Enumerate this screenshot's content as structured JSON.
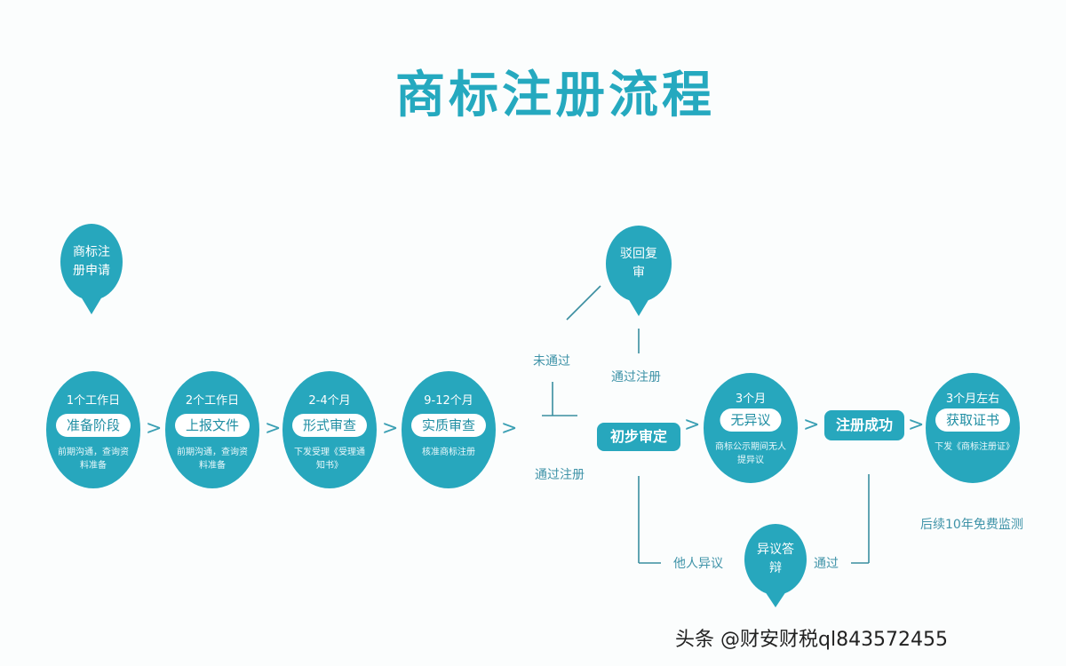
{
  "title": "商标注册流程",
  "application_bubble": "商标注册申请",
  "steps": [
    {
      "duration": "1个工作日",
      "name": "准备阶段",
      "desc": "前期沟通，查询资料准备"
    },
    {
      "duration": "2个工作日",
      "name": "上报文件",
      "desc": "前期沟通，查询资料准备"
    },
    {
      "duration": "2-4个月",
      "name": "形式审查",
      "desc": "下发受理《受理通知书》"
    },
    {
      "duration": "9-12个月",
      "name": "实质审查",
      "desc": "核准商标注册"
    }
  ],
  "branch": {
    "rejected_label": "未通过",
    "reject_review_bubble": "驳回复审",
    "pass_label_upper": "通过注册",
    "pass_label_lower": "通过注册"
  },
  "prelim": "初步审定",
  "no_objection": {
    "duration": "3个月",
    "name": "无异议",
    "desc": "商标公示期间无人提异议"
  },
  "success": "注册成功",
  "certificate": {
    "duration": "3个月左右",
    "name": "获取证书",
    "desc": "下发《商标注册证》"
  },
  "followup": "后续10年免费监测",
  "objection": {
    "label_left": "他人异议",
    "bubble": "异议答辩",
    "label_right": "通过"
  },
  "arrow_symbol": ">",
  "watermark": "头条 @财安财税ql843572455",
  "colors": {
    "accent": "#27a7bd",
    "line": "#3a8ea0"
  }
}
